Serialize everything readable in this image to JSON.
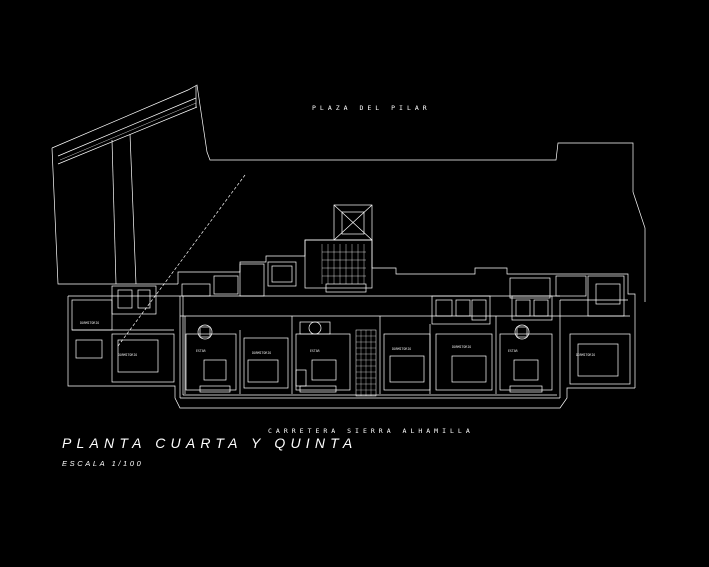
{
  "drawing": {
    "title": "PLANTA CUARTA Y QUINTA",
    "scale": "ESCALA 1/100",
    "street_north": "PLAZA DEL PILAR",
    "street_south": "CARRETERA SIERRA ALHAMILLA"
  },
  "colors": {
    "background": "#000000",
    "lines": "#ffffff"
  }
}
